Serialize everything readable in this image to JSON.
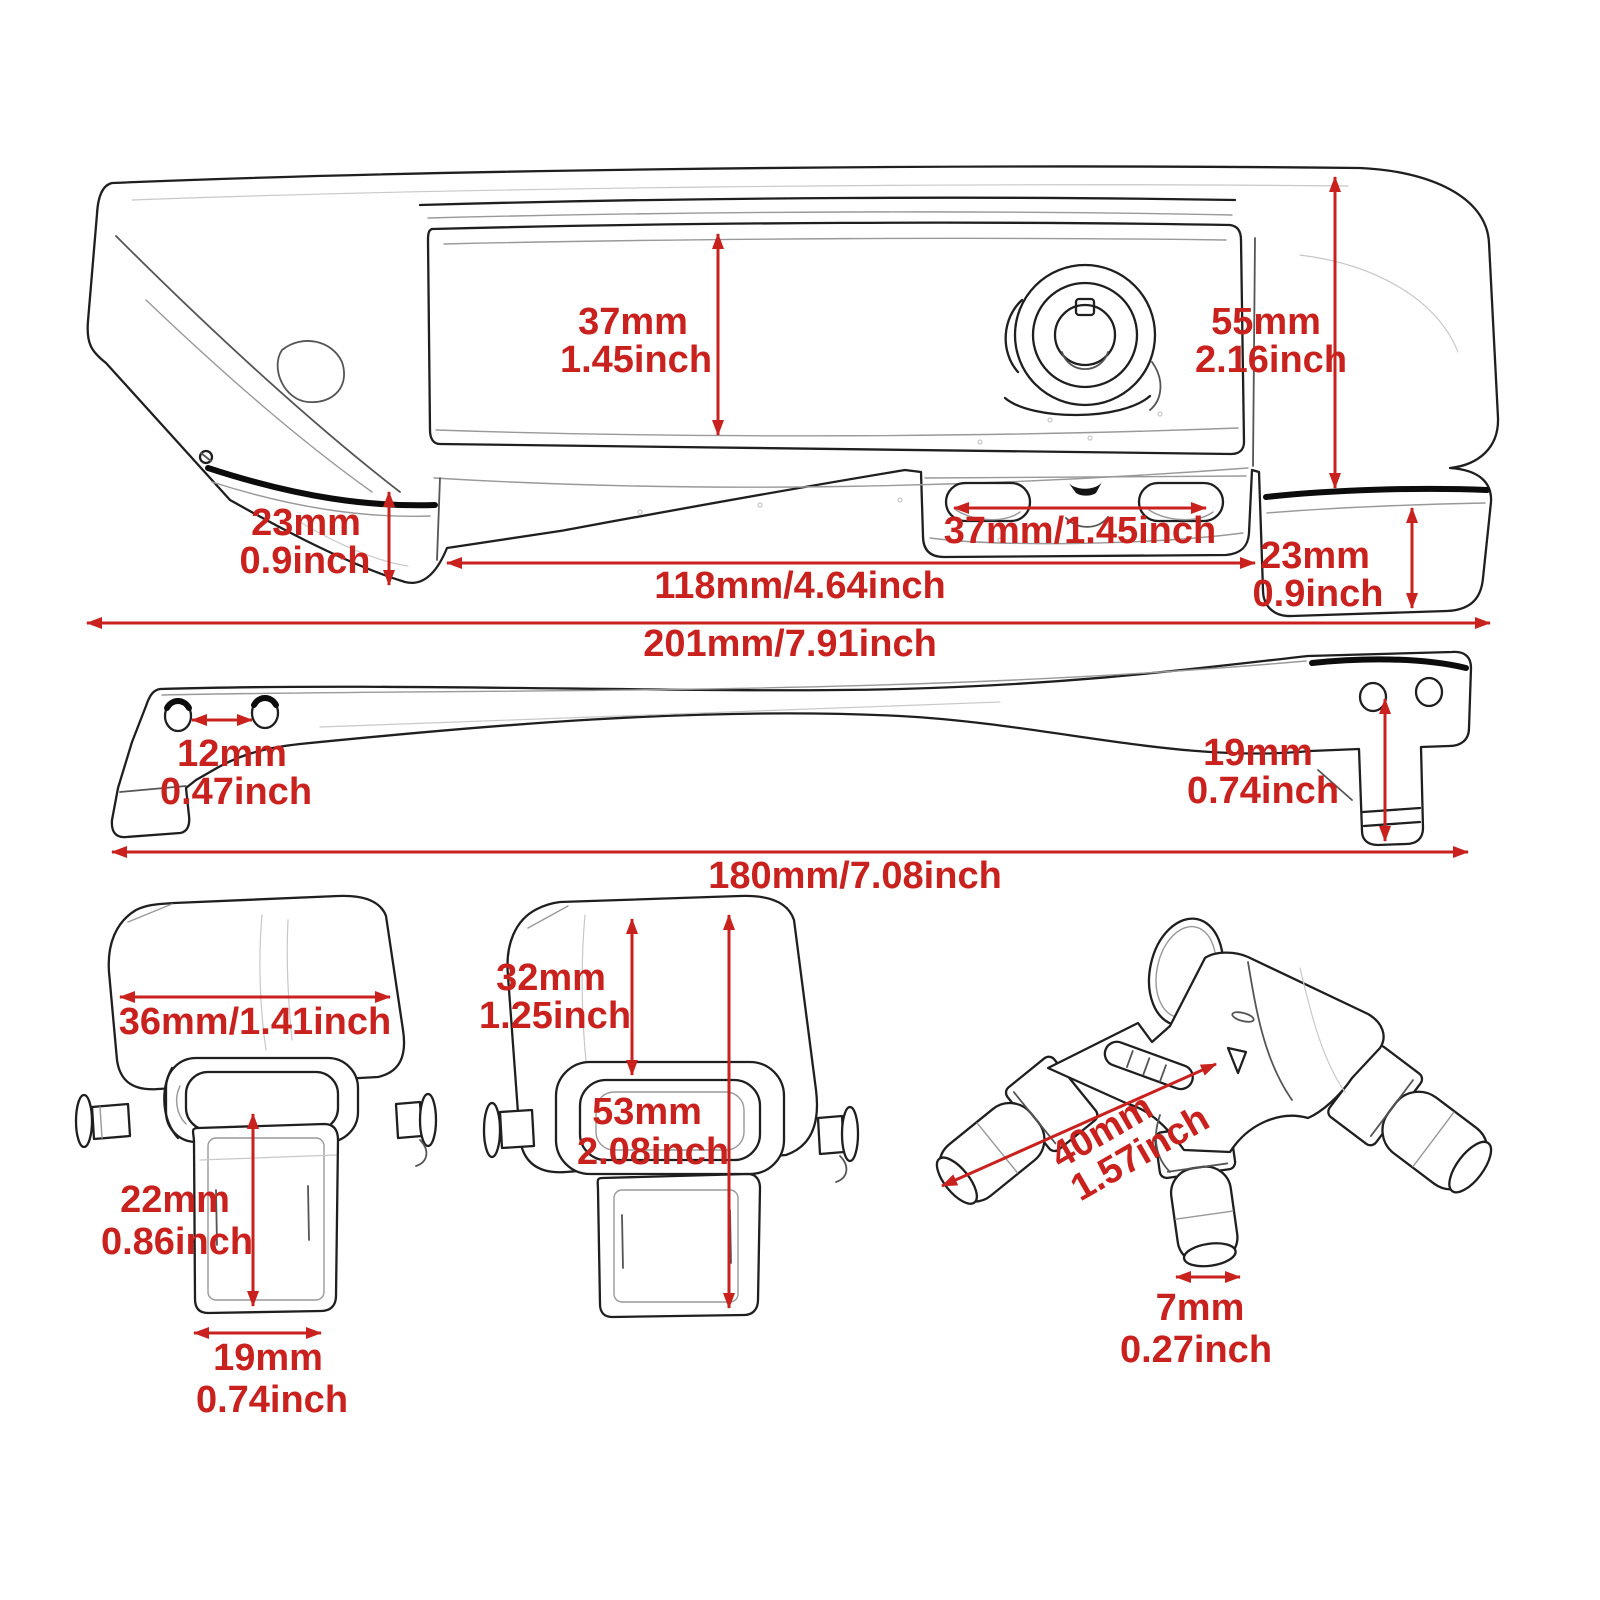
{
  "colors": {
    "annotation": "#c9211e",
    "line_art": "#1f1f1f",
    "background": "#ffffff"
  },
  "latch_assembly": {
    "lid_height": {
      "mm": "37mm",
      "inch": "1.45inch"
    },
    "total_height": {
      "mm": "55mm",
      "inch": "2.16inch"
    },
    "left_end_height": {
      "mm": "23mm",
      "inch": "0.9inch"
    },
    "slot_width": {
      "combined": "37mm/1.45inch"
    },
    "body_width": {
      "combined": "118mm/4.64inch"
    },
    "right_end_height": {
      "mm": "23mm",
      "inch": "0.9inch"
    },
    "total_width": {
      "combined": "201mm/7.91inch"
    }
  },
  "mount_bracket": {
    "hole_spacing": {
      "mm": "12mm",
      "inch": "0.47inch"
    },
    "end_height": {
      "mm": "19mm",
      "inch": "0.74inch"
    },
    "total_length": {
      "combined": "180mm/7.08inch"
    }
  },
  "small_latch": {
    "body_width": {
      "combined": "36mm/1.41inch"
    },
    "tongue_height": {
      "mm": "22mm",
      "inch": "0.86inch"
    },
    "tongue_width": {
      "mm": "19mm",
      "inch": "0.74inch"
    }
  },
  "tall_latch": {
    "upper_height": {
      "mm": "32mm",
      "inch": "1.25inch"
    },
    "total_height": {
      "mm": "53mm",
      "inch": "2.08inch"
    }
  },
  "keys": {
    "key_length": {
      "mm": "40mm",
      "inch": "1.57inch"
    },
    "tip_diameter": {
      "mm": "7mm",
      "inch": "0.27inch"
    }
  }
}
